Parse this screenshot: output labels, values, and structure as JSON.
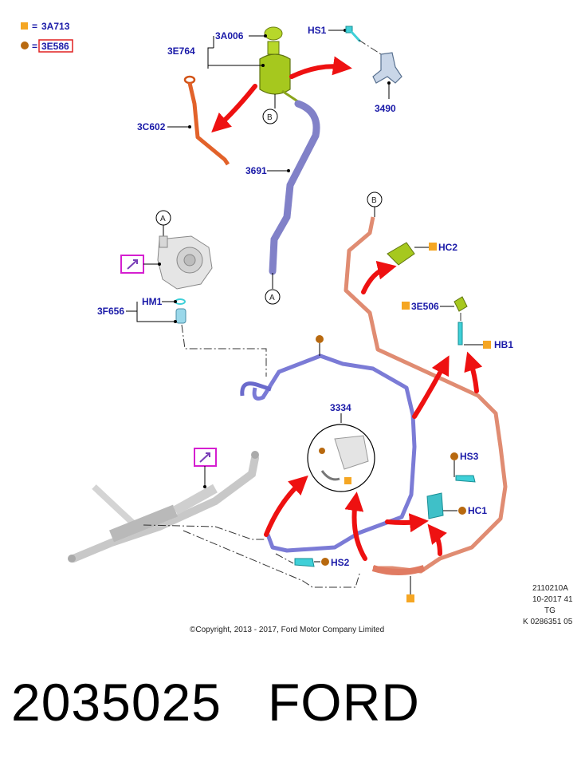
{
  "legend": {
    "square_part": "3A713",
    "circle_part": "3E586",
    "square_color": "#f5a623",
    "circle_color": "#b8690f"
  },
  "labels": {
    "reservoir_cap": "3A006",
    "reservoir": "3E764",
    "hs1": "HS1",
    "bracket": "3490",
    "dipstick_tube": "3C602",
    "supply_hose": "3691",
    "pump_connector": "HM1",
    "pump_fitting": "3F656",
    "hc2": "HC2",
    "line_clip": "3E506",
    "hb1": "HB1",
    "pressure_line": "3334",
    "hs3": "HS3",
    "hc1": "HC1",
    "hs2": "HS2"
  },
  "refs": {
    "a": "A",
    "b": "B"
  },
  "footer": {
    "code1": "2110210A",
    "code2": "10-2017 41",
    "code3": "TG",
    "code4": "K 0286351 05",
    "copyright": "©Copyright, 2013 - 2017, Ford Motor Company Limited"
  },
  "caption": "2035025   FORD",
  "colors": {
    "label_blue": "#1a1aa8",
    "arrow_red": "#ee1111",
    "hose_purple": "#7b7bd6",
    "hose_salmon": "#e08c72",
    "reservoir_green": "#a6c81e",
    "cyan_part": "#3fd0d8",
    "highlight_magenta": "#d51fd0"
  }
}
